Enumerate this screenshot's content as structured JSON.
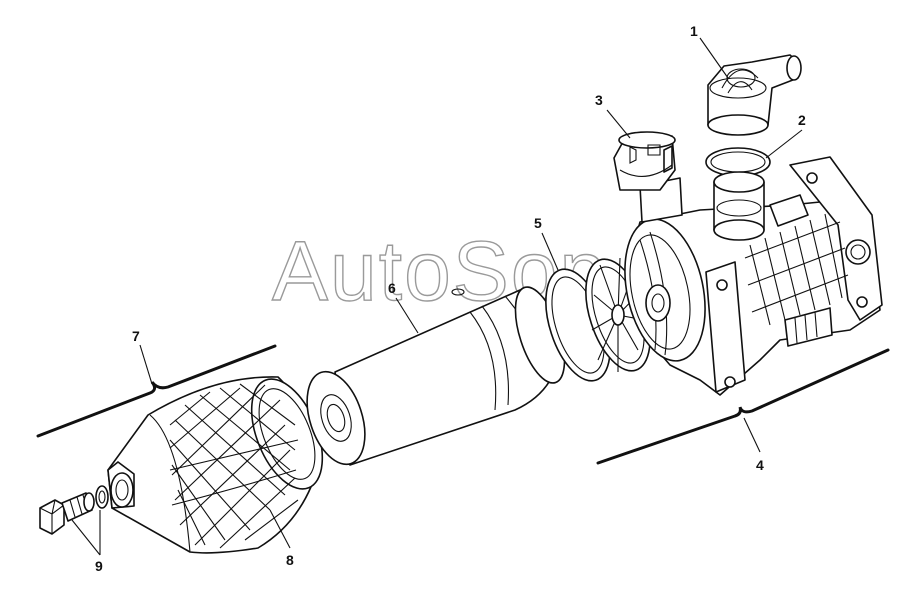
{
  "watermark": "AutoSop",
  "callouts": {
    "c1": "1",
    "c2": "2",
    "c3": "3",
    "c4": "4",
    "c5": "5",
    "c6": "6",
    "c7": "7",
    "c8": "8",
    "c9": "9"
  }
}
